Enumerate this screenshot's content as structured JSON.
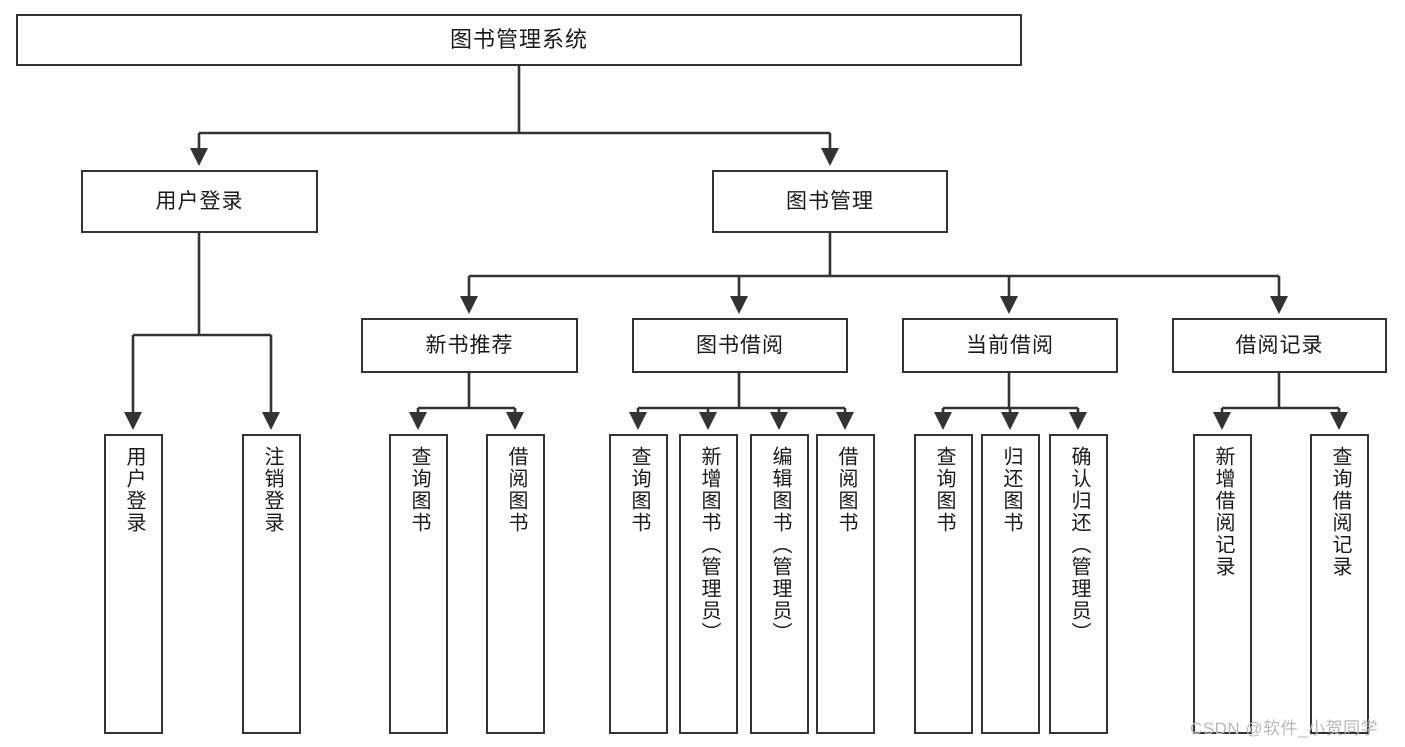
{
  "diagram": {
    "title": "图书管理系统",
    "type": "tree",
    "root": {
      "label": "图书管理系统"
    },
    "level2": [
      {
        "label": "用户登录"
      },
      {
        "label": "图书管理"
      }
    ],
    "level3": [
      {
        "label": "新书推荐"
      },
      {
        "label": "图书借阅"
      },
      {
        "label": "当前借阅"
      },
      {
        "label": "借阅记录"
      }
    ],
    "leaves": {
      "user_login": [
        {
          "label": "用户登录"
        },
        {
          "label": "注销登录"
        }
      ],
      "new_book_recommend": [
        {
          "label": "查询图书"
        },
        {
          "label": "借阅图书"
        }
      ],
      "book_borrow": [
        {
          "label": "查询图书"
        },
        {
          "label": "新增图书（管理员）"
        },
        {
          "label": "编辑图书（管理员）"
        },
        {
          "label": "借阅图书"
        }
      ],
      "current_borrow": [
        {
          "label": "查询图书"
        },
        {
          "label": "归还图书"
        },
        {
          "label": "确认归还（管理员）"
        }
      ],
      "borrow_record": [
        {
          "label": "新增借阅记录"
        },
        {
          "label": "查询借阅记录"
        }
      ]
    }
  },
  "watermark": {
    "text": "CSDN @软件_小贺同学"
  },
  "colors": {
    "stroke": "#333333",
    "background": "#ffffff",
    "text": "#1a1a1a",
    "watermark": "#b9b9b9"
  }
}
